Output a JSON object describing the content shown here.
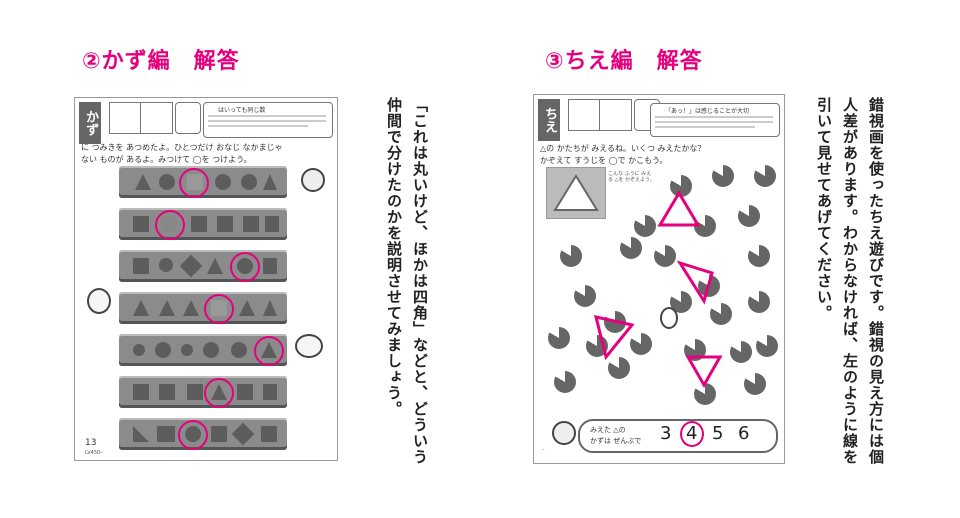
{
  "left_section": {
    "heading": "②かず編　解答",
    "explanation": "「これは丸いけど、ほかは四角」などと、どういう仲間で分けたのかを説明させてみましょう。",
    "workbook_page": {
      "tab_label": "かず",
      "hint_title": "はいっても同じ数",
      "instruction_line1": "に つみきを あつめたよ。ひとつだけ おなじ なかまじゃ",
      "instruction_line2": "ない ものが あるよ。みつけて ◯を つけよう。",
      "page_number": "13",
      "footer_code": "LV450–"
    }
  },
  "right_section": {
    "heading": "③ちえ編　解答",
    "explanation": "錯視画を使ったちえ遊びです。錯視の見え方には個人差があります。わからなければ、左のように線を引いて見せてあげてください。",
    "workbook_page": {
      "tab_label": "ちえ",
      "hint_title": "「あっ！」は感じることが大切",
      "instruction_line1": "△の かたちが みえるね。いくつ みえたかな？",
      "instruction_line2": "かぞえて すうじを ◯で かこもう。",
      "example_caption": "こんな ふうに みえる △を かぞえよう。",
      "answer_label_line1": "みえた △の",
      "answer_label_line2": "かずは ぜんぶで",
      "answer_options": [
        "3",
        "4",
        "5",
        "6"
      ],
      "circled_answer": "4",
      "page_number": "–"
    }
  },
  "colors": {
    "accent": "#e6007e",
    "tray": "#8b8b8b",
    "shape": "#5d5d5d"
  }
}
